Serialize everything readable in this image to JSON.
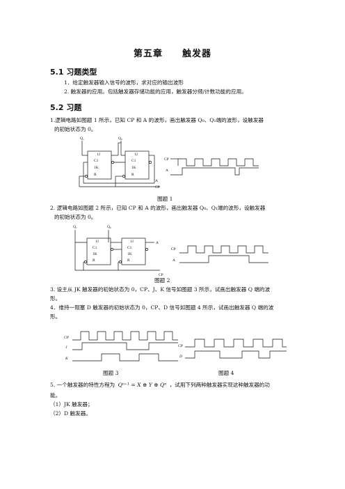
{
  "chapter_title": "第五章　　触发器",
  "sections": {
    "s1_heading": "5.1 习题类型",
    "s1_items": [
      "1．给定触发器输入信号的波形，求对应的输出波形",
      "2. 触发器的应用。包括触发器存储功能的应用，触发器分频/计数功能的应用。"
    ],
    "s2_heading": "5.2  习题"
  },
  "problems": {
    "p1_line1": "1.逻辑电路如图题 1 所示，已知 CP 和 A 的波形，画出触发器 Q₀、Q₁端的波形，设触发器",
    "p1_line2": "的初始状态为 0。",
    "p2_line1": "2. 逻辑电路如图题 2 所示，已知 CP 和 A 的波形，画出触发器 Q₀、Q₁端的波形，设触发器",
    "p2_line2": "的初始状态为 0。",
    "p3_line1": "3. 设主从 JK 触发器的初始状态为 0，CP、J、K 信号如图题 3 所示，试画出触发器 Q 端的波",
    "p3_line2": "形。",
    "p4_line1": "4．维持一阻塞 D 触发器的初始状态为 0，CP、D 信号如图题 4 所示，试画出触发器 Q 端的波",
    "p4_line2": "形。",
    "p5_line1_pre": "5. 一个触发器的特性方程为",
    "p5_line1_post": "，试用下列两种触发器实现这种触发器的功",
    "p5_line2": "能。",
    "p5_opt1": "（1）JK 触发器；",
    "p5_opt2": "（2）D 触发器。"
  },
  "figures": {
    "fig1_caption": "图题 1",
    "fig2_caption": "图题 2",
    "fig3_caption": "图题 3",
    "fig4_caption": "图题 4",
    "fig1_labels": {
      "q1": "Q₁",
      "q0": "Q₀",
      "ff_top": "1J",
      "ff_c": "C1",
      "ff_k": "1K",
      "ff_r": "R",
      "one": "1",
      "a": "A",
      "cp": "CP"
    },
    "fig2_labels": {
      "q1": "Q₁",
      "q0": "Q₀",
      "ff_top": "1J",
      "ff_c": "C1",
      "ff_k": "1K",
      "ff_r": "R",
      "one": "1",
      "a": "A",
      "cp": "CP"
    },
    "fig3_signals": [
      "CP",
      "J",
      "K"
    ],
    "fig4_signals": [
      "CP",
      "D"
    ],
    "equation": "Qⁿ⁺¹ = X ⊕ Y ⊕ Qⁿ"
  }
}
